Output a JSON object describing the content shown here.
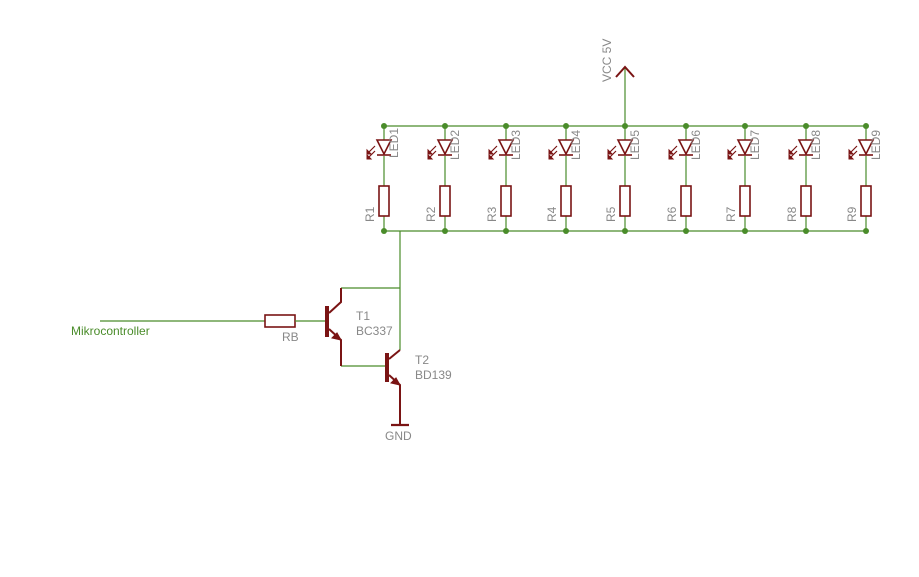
{
  "net_label": "Mikrocontroller",
  "supply_label": "VCC 5V",
  "ground_label": "GND",
  "base_resistor": {
    "name": "RB"
  },
  "transistors": [
    {
      "name": "T1",
      "value": "BC337"
    },
    {
      "name": "T2",
      "value": "BD139"
    }
  ],
  "channels": [
    {
      "led": "LED1",
      "resistor": "R1"
    },
    {
      "led": "LED2",
      "resistor": "R2"
    },
    {
      "led": "LED3",
      "resistor": "R3"
    },
    {
      "led": "LED4",
      "resistor": "R4"
    },
    {
      "led": "LED5",
      "resistor": "R5"
    },
    {
      "led": "LED6",
      "resistor": "R6"
    },
    {
      "led": "LED7",
      "resistor": "R7"
    },
    {
      "led": "LED8",
      "resistor": "R8"
    },
    {
      "led": "LED9",
      "resistor": "R9"
    }
  ],
  "colors": {
    "wire": "#4a8c2a",
    "part": "#7a1414",
    "label": "#888888"
  }
}
